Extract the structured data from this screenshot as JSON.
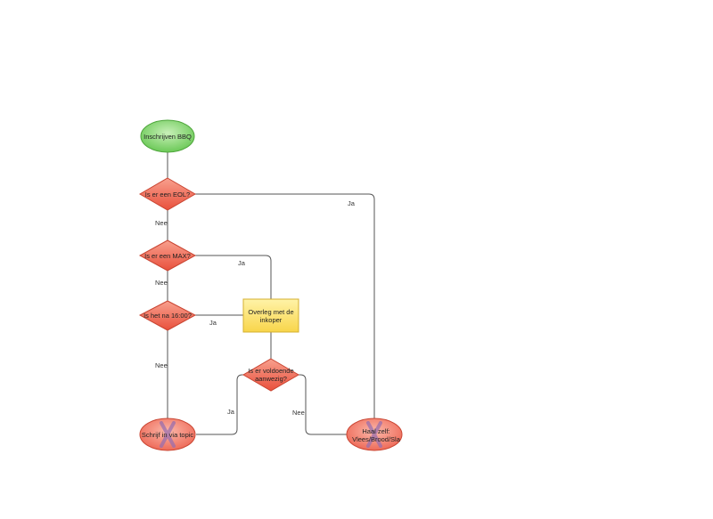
{
  "nodes": {
    "start": "Inschrijven BBQ",
    "q_eol": "Is er een EOL?",
    "q_max": "Is er een MAX?",
    "q_time": "Is het na 16:00?",
    "consult": "Overleg met de inkoper",
    "q_enough": "Is er voldoende aanwezig?",
    "end_topic": "Schrijf in via topic",
    "end_self": "Haal zelf: Vlees/Brood/Sla"
  },
  "edges": {
    "eol_ja": "Ja",
    "eol_nee": "Nee",
    "max_ja": "Ja",
    "max_nee": "Nee",
    "time_ja": "Ja",
    "time_nee": "Nee",
    "enough_ja": "Ja",
    "enough_nee": "Nee"
  },
  "colors": {
    "start_fill": "#7fd36a",
    "decision_fill": "#f16a55",
    "process_fill": "#fde16a",
    "end_fill": "#f58a7a",
    "connector": "#555555"
  }
}
